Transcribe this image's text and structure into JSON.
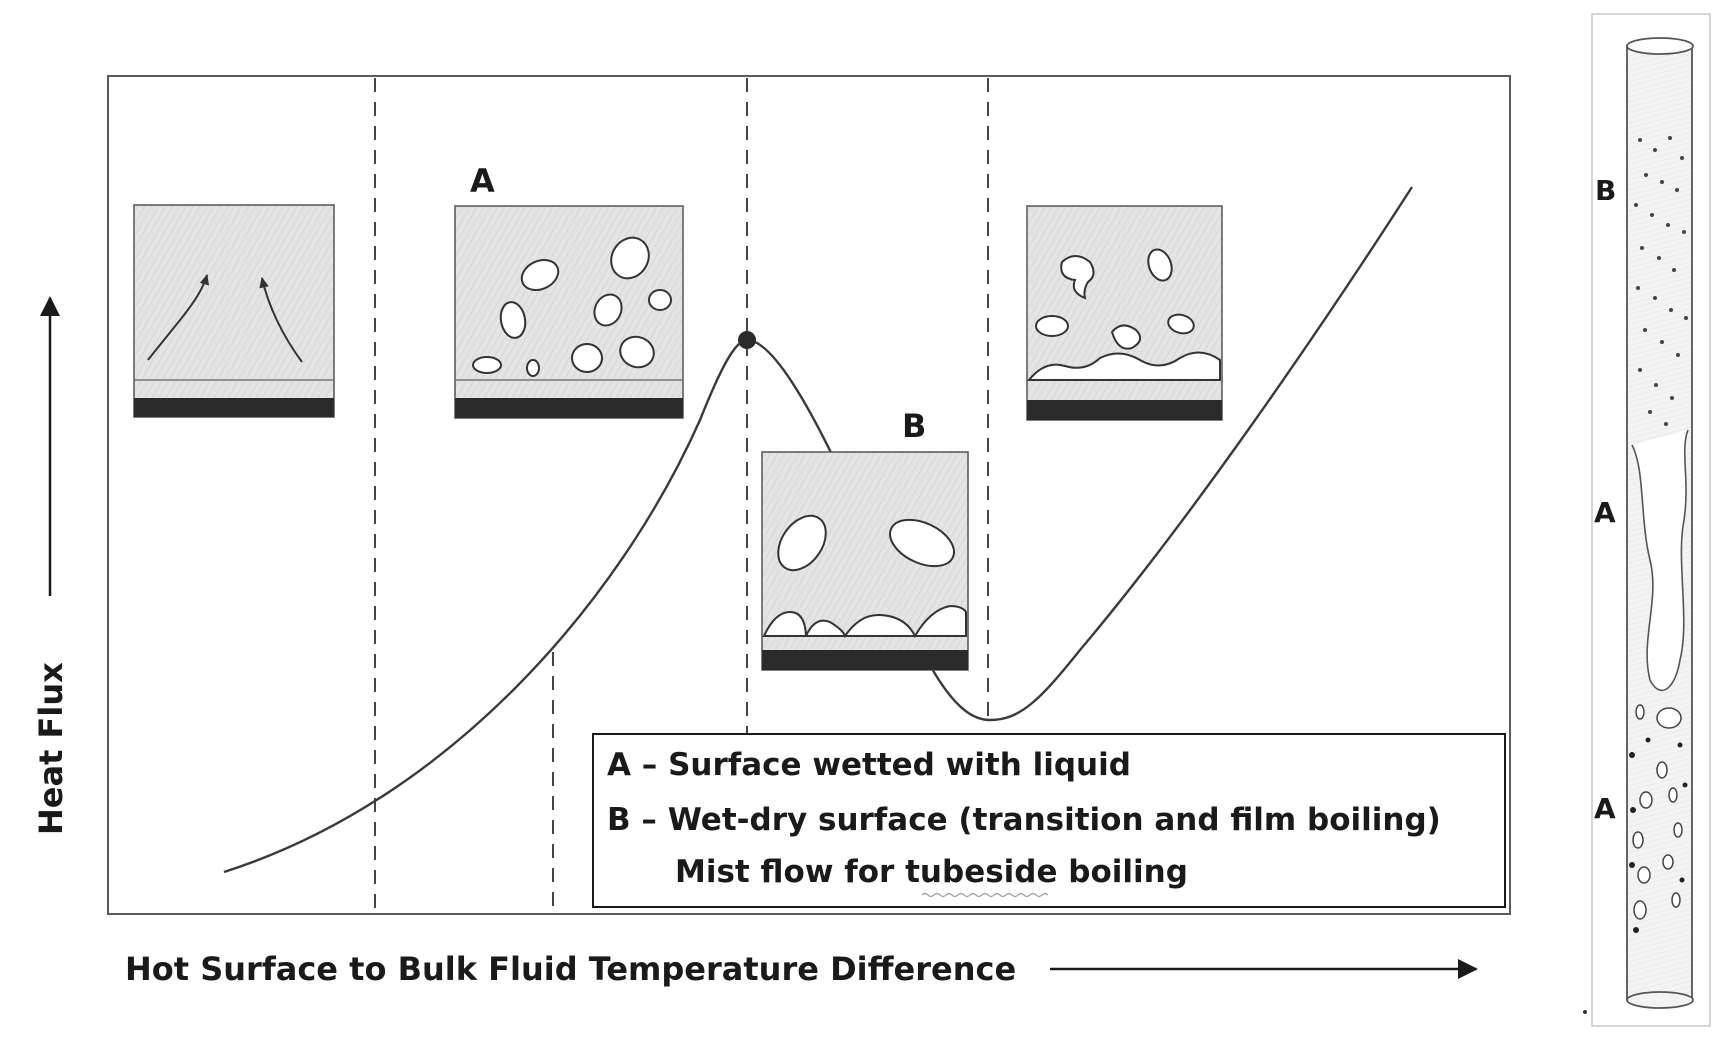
{
  "axes": {
    "y_label": "Heat Flux",
    "x_label": "Hot Surface to Bulk Fluid Temperature Difference"
  },
  "panels": {
    "nucleate_label": "A",
    "transition_label": "B"
  },
  "legend": {
    "line_a": "A – Surface wetted with liquid",
    "line_b": "B – Wet-dry surface (transition and film boiling)",
    "line_c_prefix": "Mist flow for ",
    "line_c_underlined": "tubeside",
    "line_c_suffix": " boiling"
  },
  "tube": {
    "label_top": "B",
    "label_middle": "A",
    "label_bottom": "A"
  },
  "colors": {
    "ink": "#2a2a2a",
    "panel_fill": "#e2e2e2",
    "heater": "#2b2b2b"
  }
}
